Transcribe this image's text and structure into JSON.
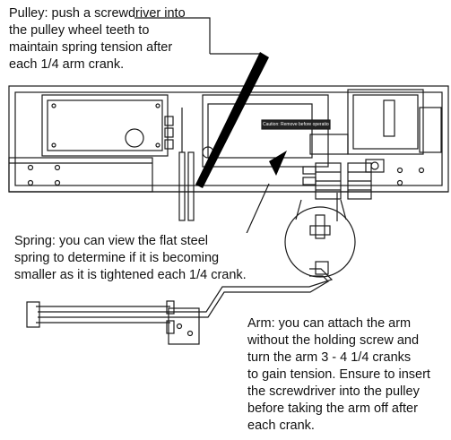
{
  "callouts": {
    "pulley": [
      "Pulley: push a screwdriver into",
      "the pulley wheel teeth to",
      "maintain spring tension after",
      "each 1/4 arm crank."
    ],
    "spring": [
      "Spring: you can view the flat steel",
      "spring to determine if it is becoming",
      "smaller as it is tightened each 1/4 crank."
    ],
    "arm": [
      "Arm: you can attach the arm",
      "without the holding screw and",
      "turn the arm 3 - 4 1/4 cranks",
      "to gain tension. Ensure to insert",
      "the screwdriver into the pulley",
      "before taking the arm off after",
      "each crank."
    ]
  },
  "label_strip": "Caution: Remove before operation",
  "colors": {
    "line": "#1a1a1a",
    "screwdriver": "#000000",
    "background": "#ffffff"
  }
}
